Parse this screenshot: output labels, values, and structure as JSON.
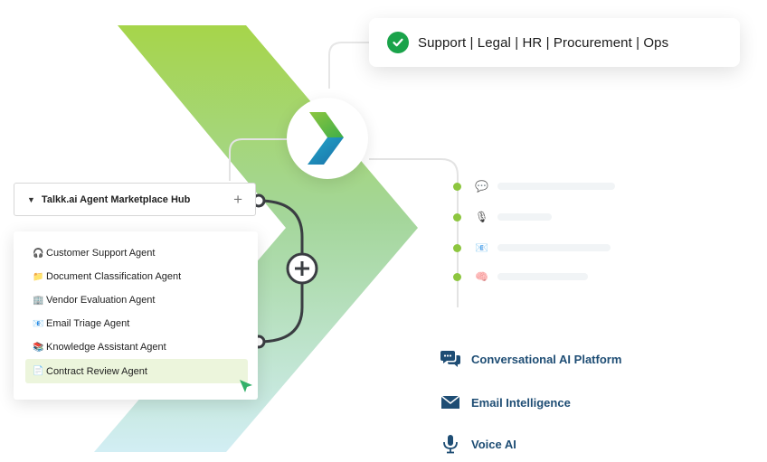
{
  "header_pill": {
    "text": "Support | Legal | HR | Procurement | Ops",
    "check_icon": "check-circle-icon",
    "check_color": "#1aa34a"
  },
  "colors": {
    "chevron_top": "#a6d54a",
    "chevron_bottom": "#c4e8ee",
    "connector": "#3a3d42",
    "dot": "#8dc63f",
    "product_text": "#1e4d74",
    "active_row": "#ecf5dc"
  },
  "hub": {
    "title": "Talkk.ai Agent Marketplace Hub",
    "caret_icon": "caret-down-icon",
    "plus": "+"
  },
  "agents": [
    {
      "emoji": "🎧",
      "label": "Customer Support Agent",
      "icon": "headphones-icon"
    },
    {
      "emoji": "📁",
      "label": "Document Classification Agent",
      "icon": "folder-icon"
    },
    {
      "emoji": "🏢",
      "label": "Vendor Evaluation Agent",
      "icon": "building-icon"
    },
    {
      "emoji": "📧",
      "label": "Email Triage Agent",
      "icon": "email-icon"
    },
    {
      "emoji": "📚",
      "label": "Knowledge Assistant Agent",
      "icon": "books-icon"
    },
    {
      "emoji": "📄",
      "label": "Contract Review Agent",
      "icon": "document-icon",
      "active": true
    }
  ],
  "capability_icons": [
    {
      "emoji": "💬",
      "icon": "speech-bubble-icon"
    },
    {
      "emoji": "🎙",
      "icon": "microphone-icon"
    },
    {
      "emoji": "📧",
      "icon": "email-icon"
    },
    {
      "emoji": "🧠",
      "icon": "brain-icon"
    }
  ],
  "products": [
    {
      "label": "Conversational AI Platform",
      "icon": "chat-bubbles-icon"
    },
    {
      "label": "Email Intelligence",
      "icon": "envelope-icon"
    },
    {
      "label": "Voice AI",
      "icon": "microphone-icon"
    }
  ]
}
